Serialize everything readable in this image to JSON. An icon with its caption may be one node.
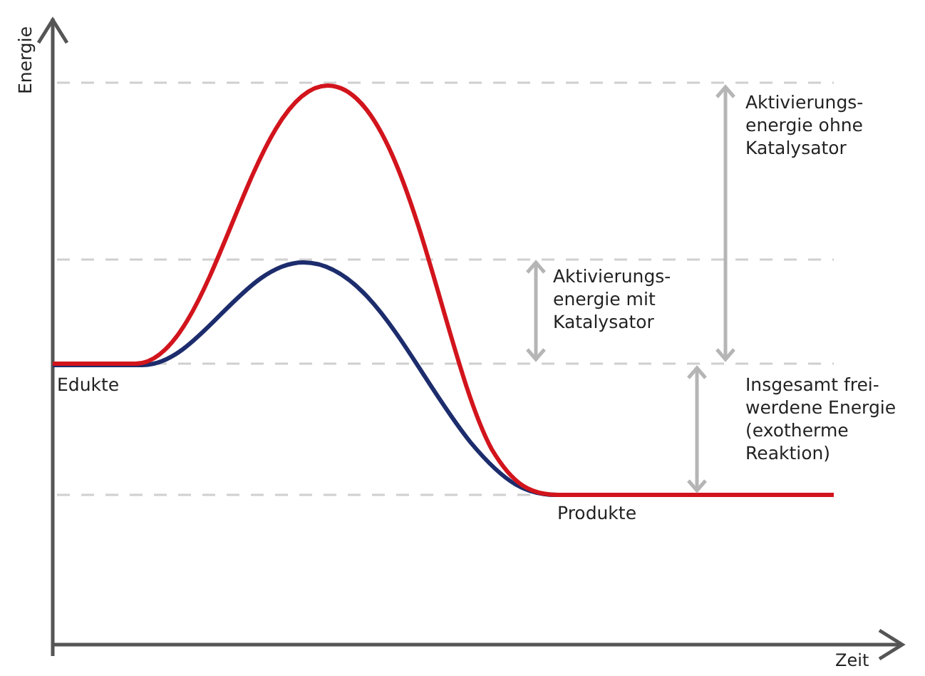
{
  "diagram": {
    "labels": [
      "Energie",
      "Aktivierungs-energie ohne Katalysator",
      "Aktivierungs-energie mit Katalysator",
      "Edukte",
      "Insgesamt frei-werdene Energie (exotherme Reaktion)",
      "Produkte",
      "Zeit"
    ]
  }
}
